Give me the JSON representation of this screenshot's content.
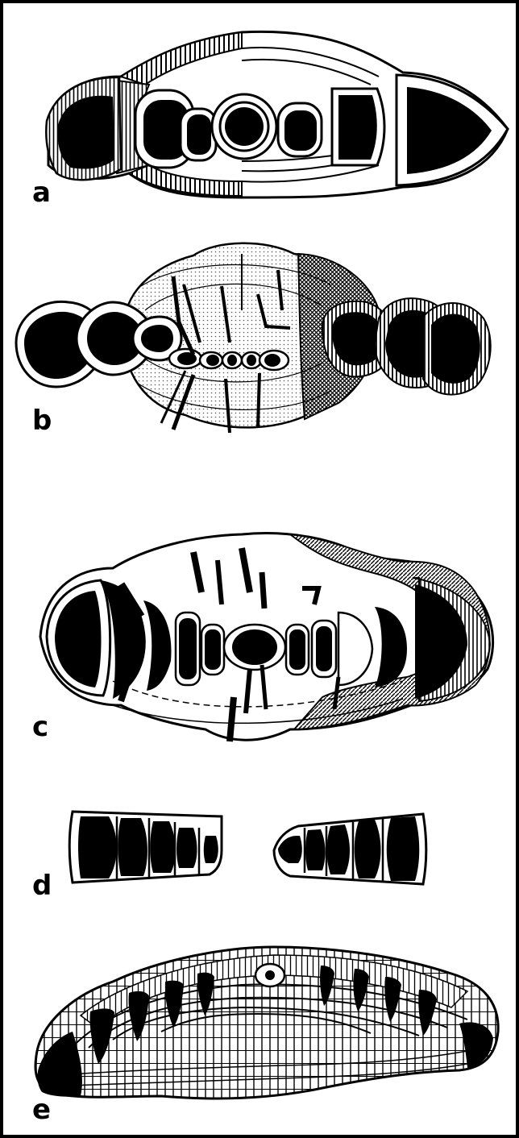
{
  "panels": [
    {
      "label": "a"
    },
    {
      "label": "b"
    },
    {
      "label": "c"
    },
    {
      "label": "d"
    },
    {
      "label": "e"
    }
  ],
  "colors": {
    "ink": "#000000",
    "paper": "#ffffff",
    "stipple": "#555555"
  }
}
